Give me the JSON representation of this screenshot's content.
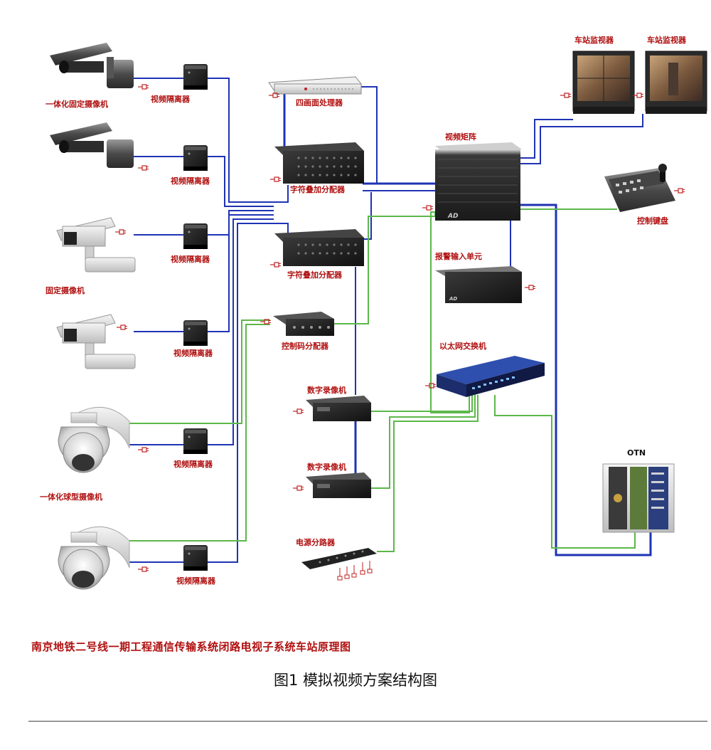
{
  "labels": {
    "integrated_fixed_camera": "一体化固定摄像机",
    "fixed_camera": "固定摄像机",
    "integrated_dome_camera": "一体化球型摄像机",
    "video_isolator": "视频隔离器",
    "quad_processor": "四画面处理器",
    "char_overlay_distributor": "字符叠加分配器",
    "control_code_distributor": "控制码分配器",
    "digital_recorder": "数字录像机",
    "power_splitter": "电源分路器",
    "video_matrix": "视频矩阵",
    "alarm_input_unit": "报警输入单元",
    "ethernet_switch": "以太网交换机",
    "station_monitor": "车站监视器",
    "control_keyboard": "控制键盘",
    "otn": "OTN",
    "vendor_mark": "AD"
  },
  "colors": {
    "video_line": "#1f33b5",
    "data_line": "#5cb84a",
    "label_red": "#b01010",
    "device_dark": "#1c1c1c"
  },
  "system_title": "南京地铁二号线一期工程通信传输系统闭路电视子系统车站原理图",
  "figure_caption": "图1 模拟视频方案结构图"
}
